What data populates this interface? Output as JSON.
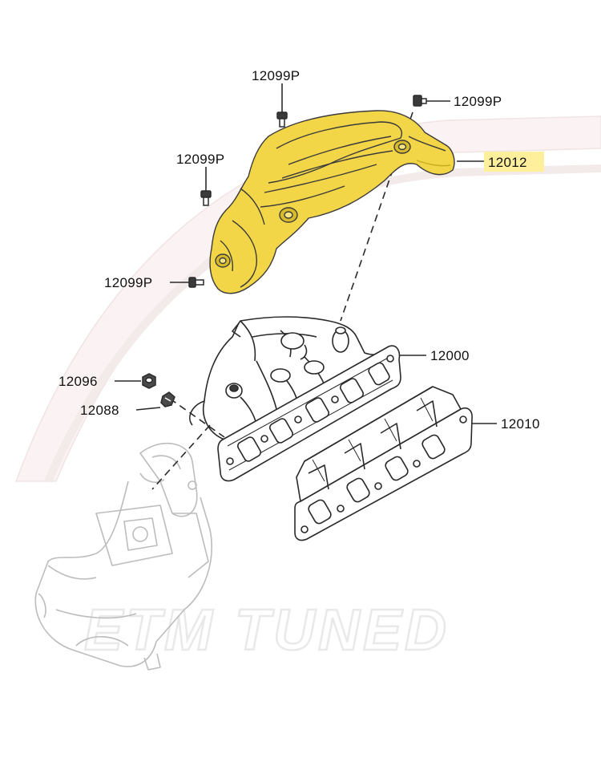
{
  "colors": {
    "highlight": "#fdef9c",
    "heat_shield": "#f2d648",
    "heat_shield_dark": "#c9ab20",
    "line": "#2a2a2a",
    "faint": "#bcbcbc",
    "watermark": "#e9e9e9"
  },
  "watermark": {
    "text": "ETM TUNED"
  },
  "parts": {
    "heat_shield": {
      "number": "12012",
      "highlighted": true
    },
    "bolt_top": {
      "number": "12099P"
    },
    "bolt_top_right": {
      "number": "12099P"
    },
    "bolt_left_upper": {
      "number": "12099P"
    },
    "bolt_left_lower": {
      "number": "12099P"
    },
    "exhaust_manifold": {
      "number": "12000"
    },
    "manifold_gasket": {
      "number": "12010"
    },
    "nut": {
      "number": "12096"
    },
    "stud": {
      "number": "12088"
    }
  }
}
